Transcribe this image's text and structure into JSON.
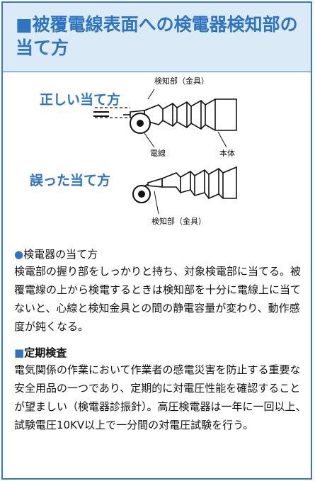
{
  "title": "■被覆電線表面への検電器検知部の当て方",
  "figure": {
    "correct_label": "正しい当て方",
    "wrong_label": "誤った当て方",
    "detector_part_label_top": "検知部（金具）",
    "wire_label": "電線",
    "body_label": "本体",
    "detector_part_label_bottom": "検知部（金具）"
  },
  "section1": {
    "bullet": "●",
    "heading": "検電器の当て方",
    "text": "検電部の握り部をしっかりと持ち、対象検電部に当てる。被覆電線の上から検電するときは検知部を十分に電線上に当てないと、心線と検知金具との間の静電容量が変わり、動作感度が鈍くなる。"
  },
  "section2": {
    "bullet": "■",
    "heading": "定期検査",
    "text": "電気関係の作業において作業者の感電災害を防止する重要な安全用品の一つであり、定期的に対電圧性能を確認することが望ましい（検電器診振針）。高圧検電器は一年に一回以上、試験電圧10KV以上で一分間の対電圧試験を行う。"
  },
  "colors": {
    "accent": "#2d74c4",
    "header_bg": "#daeaf7",
    "border": "#3478c6"
  }
}
